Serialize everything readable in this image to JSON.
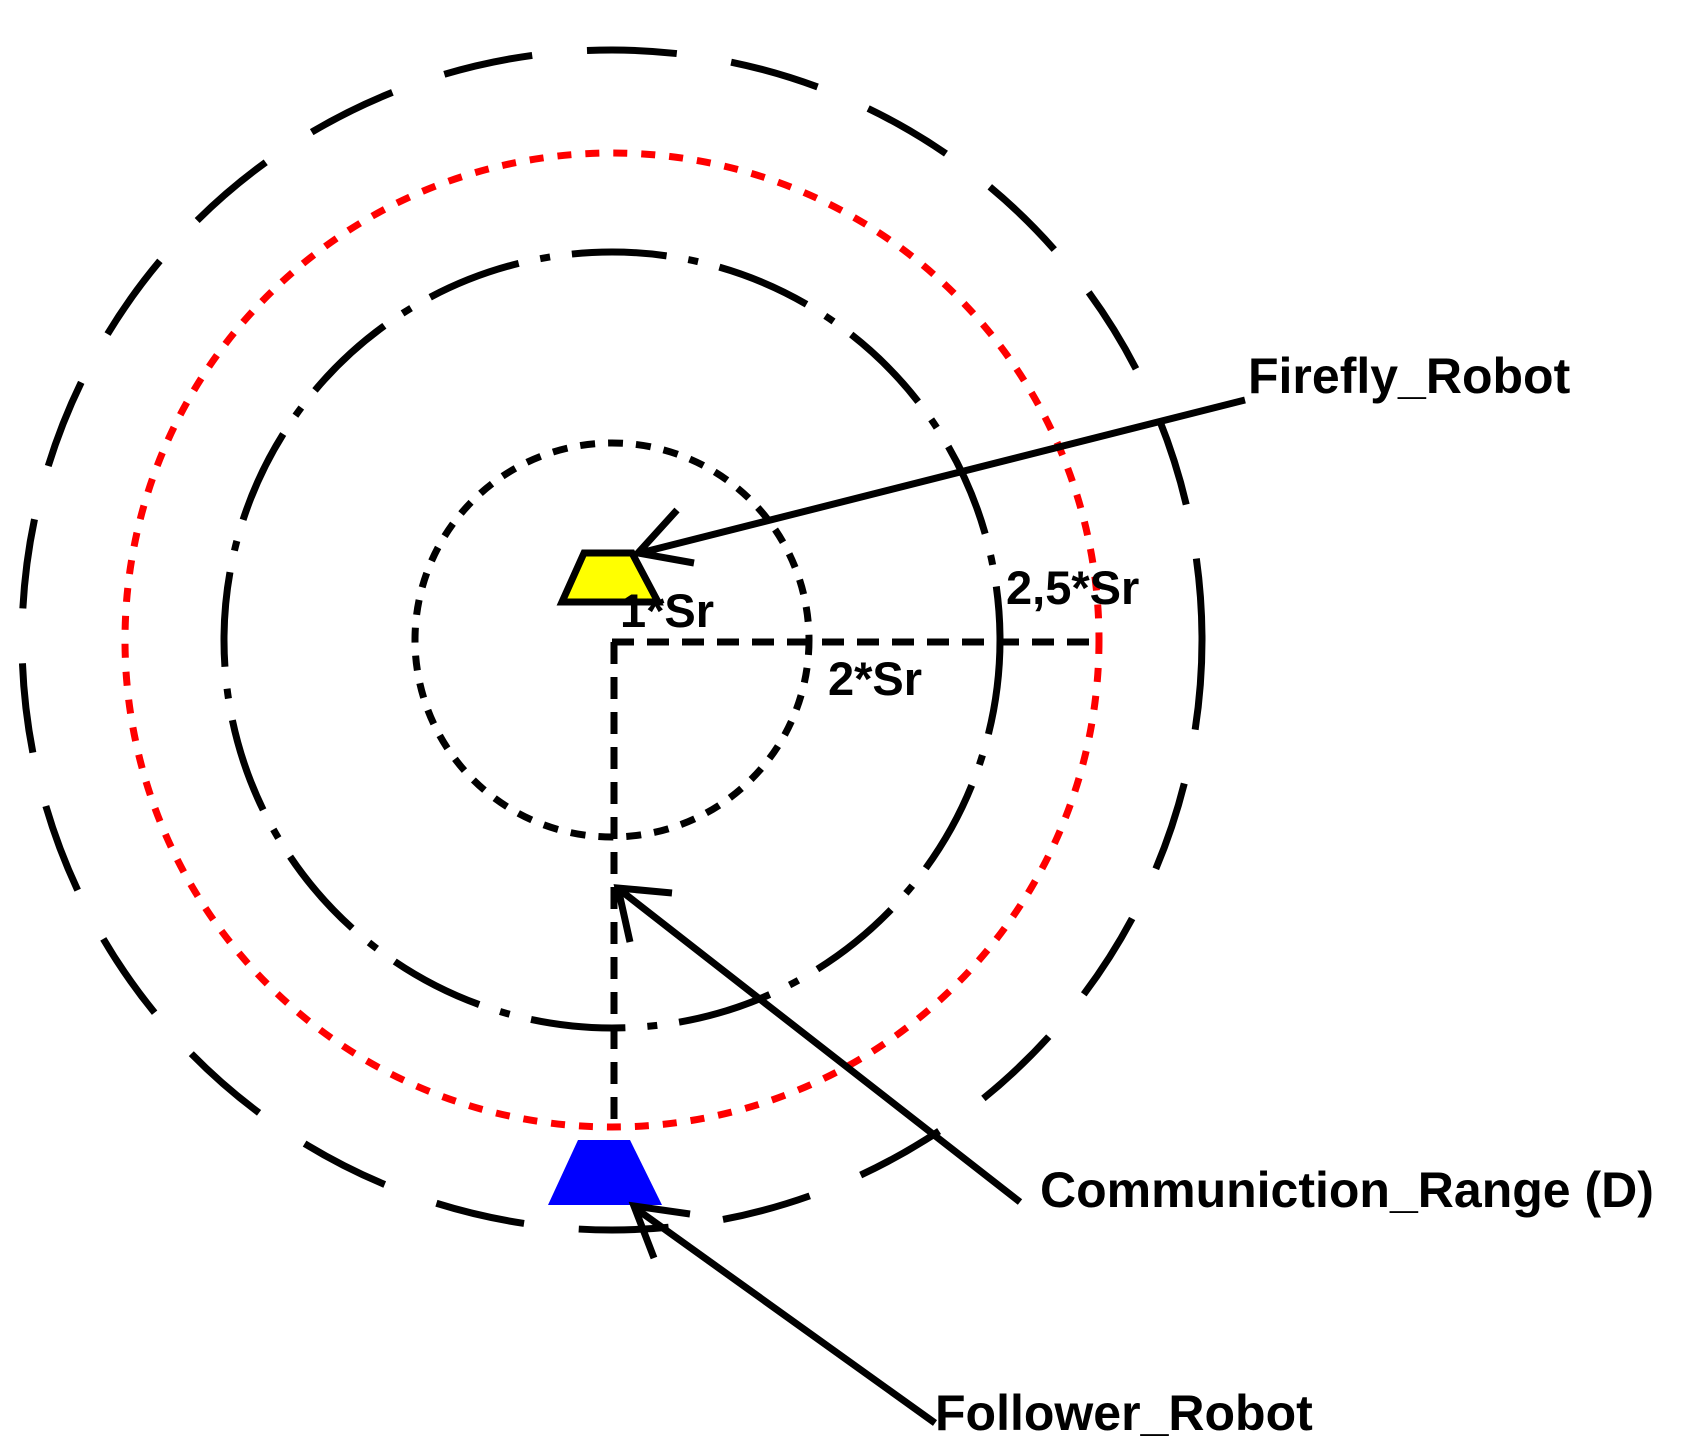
{
  "diagram": {
    "labels": {
      "firefly_robot": "Firefly_Robot",
      "follower_robot": "Follower_Robot",
      "communication_range": "Communiction_Range (D)",
      "radius_1": "1*Sr",
      "radius_2": "2*Sr",
      "radius_2_5": "2,5*Sr"
    },
    "colors": {
      "stroke": "#000000",
      "range_circle": "#ff0000",
      "firefly_fill": "#ffff00",
      "follower_fill": "#0000ff"
    }
  }
}
